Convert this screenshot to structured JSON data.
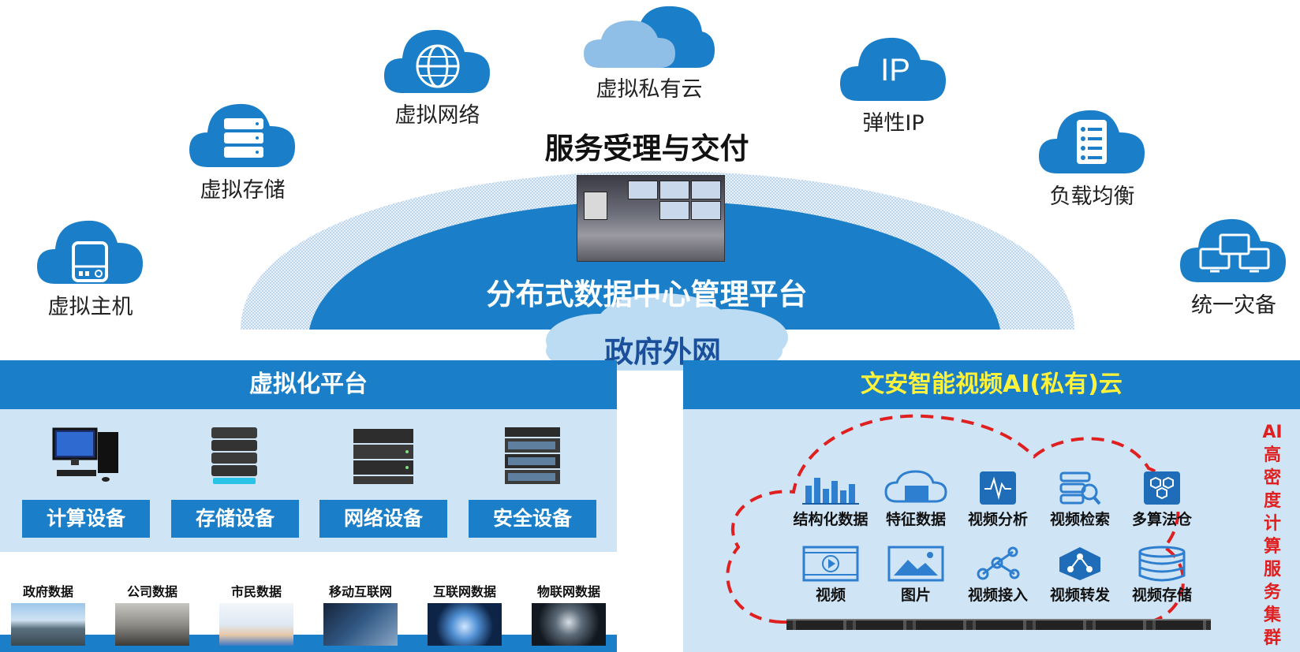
{
  "services": {
    "virtual_host": "虚拟主机",
    "virtual_storage": "虚拟存储",
    "virtual_network": "虚拟网络",
    "virtual_private_cloud": "虚拟私有云",
    "elastic_ip": "弹性IP",
    "load_balancing": "负载均衡",
    "unified_disaster_backup": "统一灾备",
    "ip_icon_text": "IP"
  },
  "dome": {
    "service_title": "服务受理与交付",
    "platform_title": "分布式数据中心管理平台",
    "gov_network": "政府外网"
  },
  "left_panel": {
    "title": "虚拟化平台",
    "devices": [
      "计算设备",
      "存储设备",
      "网络设备",
      "安全设备"
    ],
    "data_sources": [
      "政府数据",
      "公司数据",
      "市民数据",
      "移动互联网",
      "互联网数据",
      "物联网数据"
    ]
  },
  "right_panel": {
    "title": "文安智能视频AI(私有)云",
    "vertical_label": "AI高密度计算服务集群",
    "row1": [
      "结构化数据",
      "特征数据",
      "视频分析",
      "视频检索",
      "多算法仓"
    ],
    "row2": [
      "视频",
      "图片",
      "视频接入",
      "视频转发",
      "视频存储"
    ]
  },
  "colors": {
    "brand_blue": "#1a7fc8",
    "light_panel": "#cfe4f5",
    "accent_yellow": "#fff23a",
    "dashed_red": "#e02020",
    "dark_text_blue": "#1a4f9c"
  }
}
